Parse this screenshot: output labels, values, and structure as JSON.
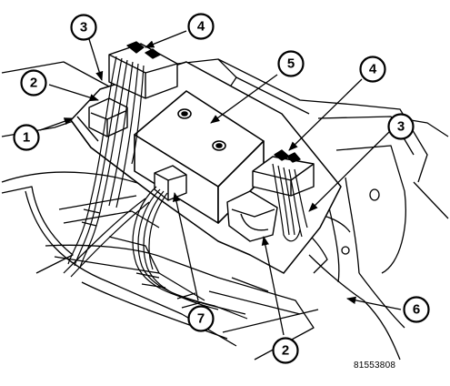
{
  "figure_id": "81553808",
  "callouts": [
    {
      "label": "1"
    },
    {
      "label": "2"
    },
    {
      "label": "3"
    },
    {
      "label": "4"
    },
    {
      "label": "5"
    },
    {
      "label": "4"
    },
    {
      "label": "3"
    },
    {
      "label": "6"
    },
    {
      "label": "7"
    },
    {
      "label": "2"
    }
  ]
}
